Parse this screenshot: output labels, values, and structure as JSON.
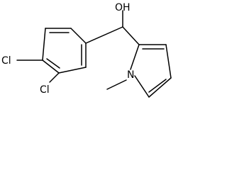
{
  "molecule": {
    "atoms": {
      "hydroxyl": "OH",
      "chlorine_para": "Cl",
      "chlorine_meta": "Cl",
      "nitrogen": "N"
    }
  },
  "colors": {
    "bond": "#000000",
    "background": "#ffffff"
  }
}
